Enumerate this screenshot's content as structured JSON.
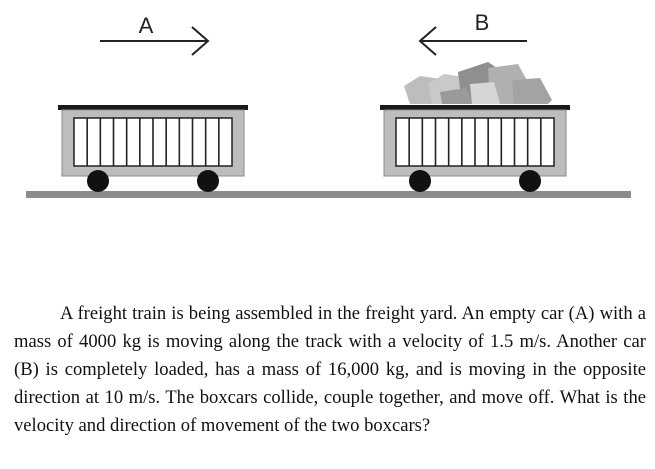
{
  "figure": {
    "car_a_label": "A",
    "car_b_label": "B",
    "colors": {
      "rail": "#8c8c8c",
      "car_body": "#bdbdbd",
      "car_top": "#1a1a1a",
      "wheel": "#111111",
      "cargo_light": "#c9c9c9",
      "cargo_dark": "#8f8f8f"
    }
  },
  "problem": {
    "text": "A freight train is being assembled in the freight yard. An empty car (A) with a mass of 4000 kg is moving along the track with a velocity of 1.5 m/s. Another car (B) is completely loaded, has a mass of 16,000 kg, and is moving in the opposite direction at 10 m/s. The boxcars collide, couple together, and move off. What is the velocity and direction of movement of the two boxcars?"
  }
}
